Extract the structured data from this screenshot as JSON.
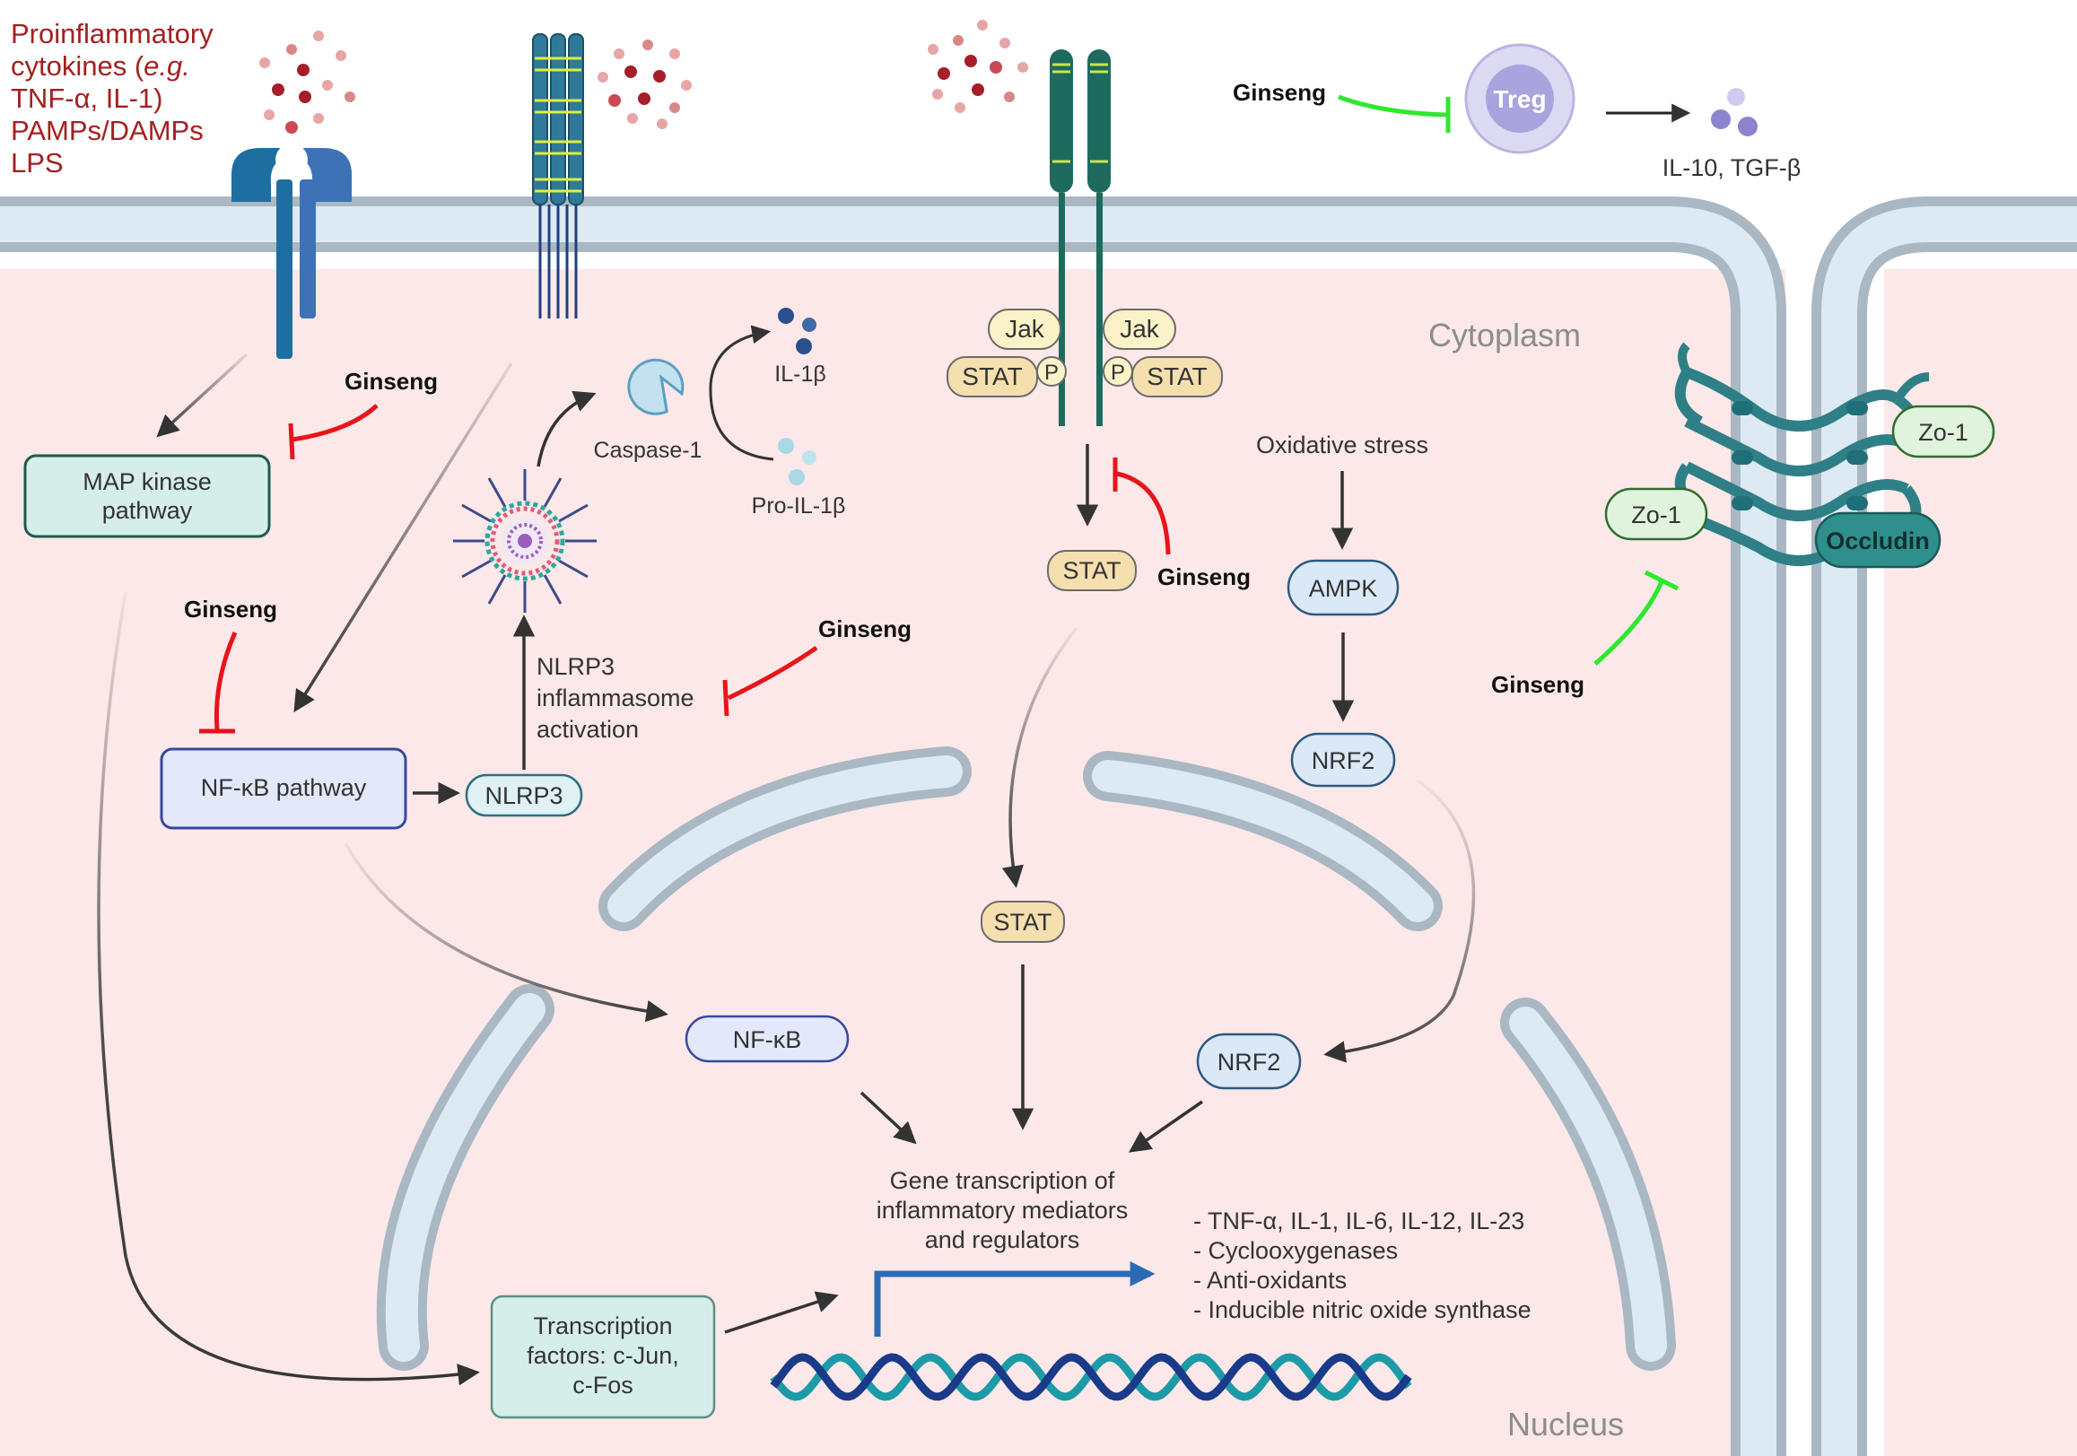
{
  "stimuli": {
    "line1": "Proinflammatory",
    "line2_prefix": "cytokines (",
    "line2_italic": "e.g.",
    "line3": "TNF-α, IL-1)",
    "line4": "PAMPs/DAMPs",
    "line5": "LPS"
  },
  "compartments": {
    "cytoplasm": "Cytoplasm",
    "nucleus": "Nucleus"
  },
  "treg": {
    "cell": "Treg",
    "products": "IL-10, TGF-β"
  },
  "inhibitor": "Ginseng",
  "pathways": {
    "map_kinase_line1": "MAP kinase",
    "map_kinase_line2": "pathway",
    "nfkb_pathway": "NF-κB pathway",
    "nlrp3": "NLRP3",
    "nlrp3_activation_line1": "NLRP3",
    "nlrp3_activation_line2": "inflammasome",
    "nlrp3_activation_line3": "activation",
    "caspase": "Caspase-1",
    "il1b": "IL-1β",
    "pro_il1b": "Pro-IL-1β",
    "nfkb": "NF-κB",
    "tf_line1": "Transcription",
    "tf_line2": "factors: c-Jun,",
    "tf_line3": "c-Fos"
  },
  "jak_stat": {
    "jak": "Jak",
    "stat": "STAT",
    "p": "P"
  },
  "oxidative": {
    "stress": "Oxidative stress",
    "ampk": "AMPK",
    "nrf2": "NRF2"
  },
  "junction": {
    "zo1": "Zo-1",
    "occludin": "Occludin"
  },
  "transcription": {
    "line1": "Gene transcription of",
    "line2": "inflammatory mediators",
    "line3": "and regulators"
  },
  "mediators": [
    "- TNF-α, IL-1, IL-6, IL-12, IL-23",
    "- Cyclooxygenases",
    "- Anti-oxidants",
    "- Inducible nitric oxide synthase"
  ],
  "colors": {
    "cytoplasm": "#fce8e8",
    "membrane": "#dde9f3",
    "membrane_edge": "#a9b8c3",
    "inhibit_red": "#e8141b",
    "inhibit_green": "#2ee82e",
    "mapk_box": "#d6eee9",
    "nfkb_box": "#e3e8fa",
    "stat_box": "#f5dfae",
    "nrf2_box": "#dbe8f7",
    "zo1": "#e0f3dc",
    "occludin": "#2f8f8c",
    "treg": "#c9c6ec"
  }
}
